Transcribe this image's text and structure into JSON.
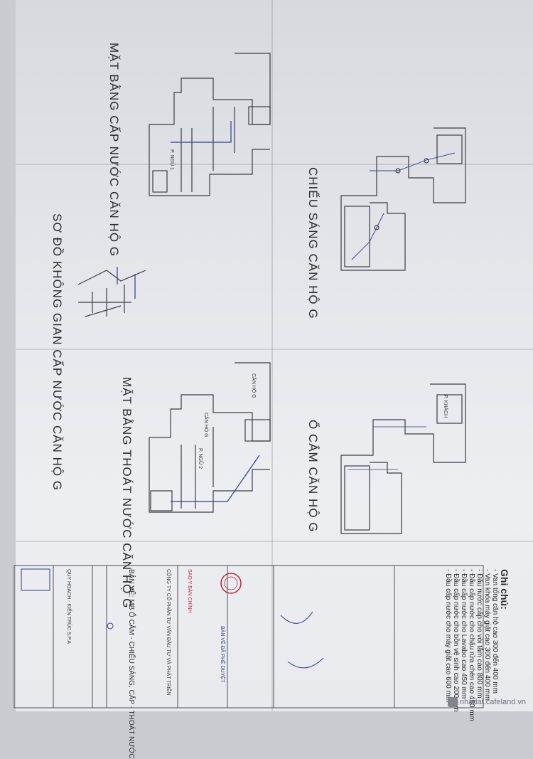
{
  "titles": {
    "mat_bang_cap_nuoc": "MẶT BẰNG CẤP NƯỚC CĂN HỘ G",
    "so_do_khong_gian": "SƠ ĐỒ KHÔNG GIAN CẤP NƯỚC CĂN HỘ G",
    "chieu_sang": "CHIẾU SÁNG CĂN HỘ G",
    "o_cam": "Ổ CẮM CĂN HỘ G",
    "mat_bang_thoat_nuoc": "MẶT BẰNG THOÁT NƯỚC CĂN HỘ G"
  },
  "room_labels": {
    "can_ho_g_1": "CĂN HỘ G",
    "can_ho_g_2": "CĂN HỘ G",
    "p_ngu_1": "P. NGỦ 1",
    "p_ngu_2": "P. NGỦ 2",
    "p_khach": "P. KHÁCH"
  },
  "notes": {
    "title": "Ghi chú:",
    "lines": [
      "- Van tổng căn hộ cao 300 đến 400 mm",
      "- Van khóa máy giặt cao 300 đến 400 mm",
      "- Đầu nước cấp cho vòi tắm cao 800 mm",
      "- Đầu cấp nước cho chậu rửa chén cao 450 mm",
      "- Đầu cấp nước cho Lavabo cao 450 mm",
      "- Đầu cấp nước cho bồn vệ sinh cao 200 mm",
      "- Đầu cấp nước cho máy giặt cao 600 mm"
    ]
  },
  "title_block": {
    "drawing_title": "BẢN VẼ: MB Ổ CẮM - CHIẾU SÁNG, CẤP - THOÁT NƯỚC",
    "company": "CÔNG TY CỔ PHẦN TƯ VẤN ĐẦU TƯ VÀ PHÁT TRIỂN",
    "firm": "QUY HOẠCH - KIẾN TRÚC S.P.A",
    "stamp_copy": "SAO Y BẢN CHÍNH",
    "approval": "BẢN VẼ ĐÃ PHÊ DUYỆT"
  },
  "watermark": "nhadat.cafeland.vn",
  "colors": {
    "stamp_red": "#b02838",
    "stamp_blue": "#2a3b8a",
    "line": "#3a3d45"
  }
}
